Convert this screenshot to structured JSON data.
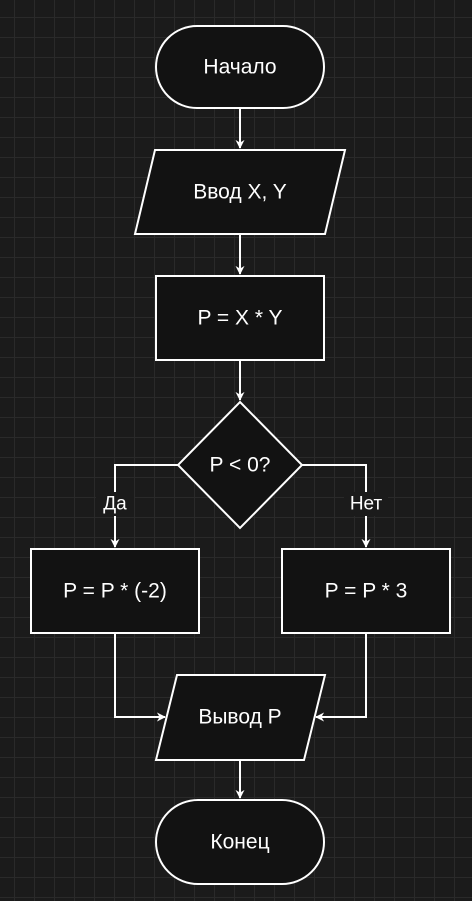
{
  "flowchart": {
    "start": "Начало",
    "input": "Ввод X, Y",
    "compute": "P = X * Y",
    "decision": "P < 0?",
    "branch_yes_label": "Да",
    "branch_no_label": "Нет",
    "yes_action": "P = P * (-2)",
    "no_action": "P = P * 3",
    "output": "Вывод P",
    "end": "Конец"
  }
}
